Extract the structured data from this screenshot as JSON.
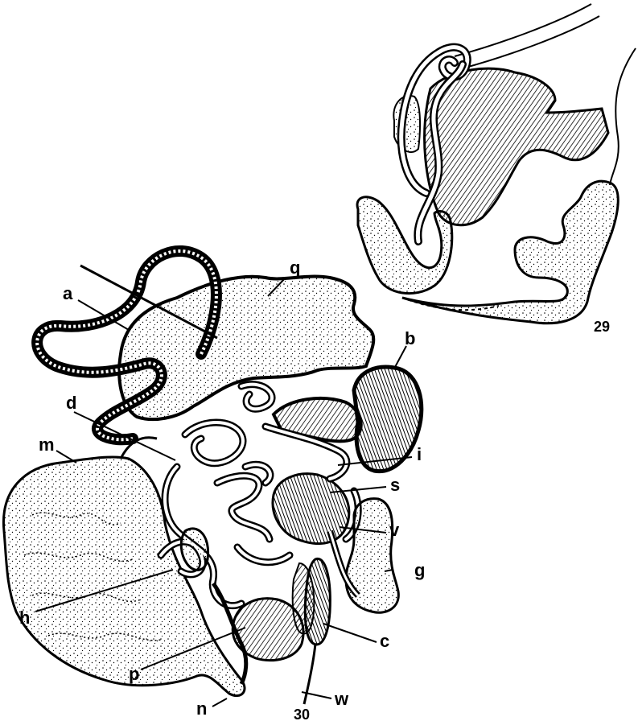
{
  "figure_numbers": {
    "upper": "29",
    "lower": "30"
  },
  "labels": {
    "a": "a",
    "b": "b",
    "c": "c",
    "d": "d",
    "g": "g",
    "h": "h",
    "i": "i",
    "m": "m",
    "n": "n",
    "p": "p",
    "q": "q",
    "s": "s",
    "v": "v",
    "w": "w"
  }
}
